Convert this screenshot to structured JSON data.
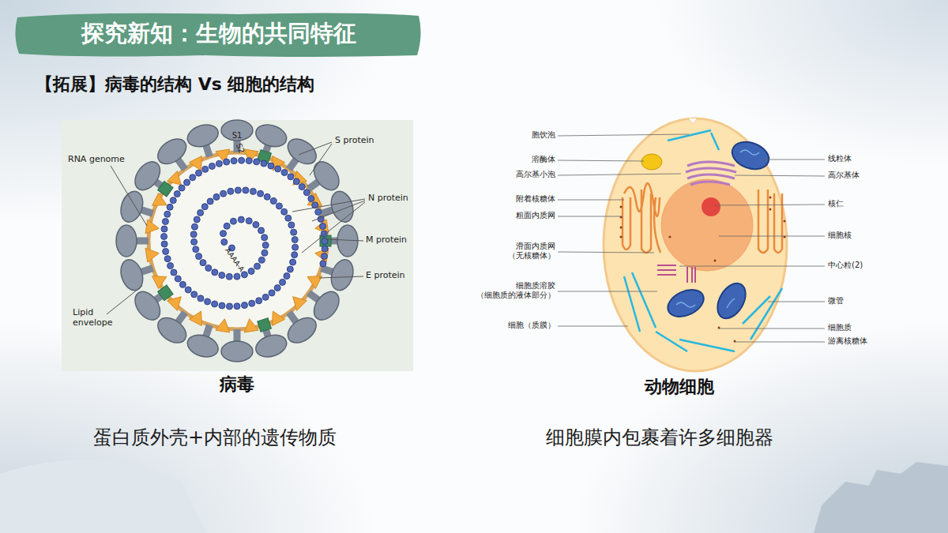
{
  "diagram": {
    "title": "探究新知：生物的共同特征",
    "labels": [
      "【拓展】病毒的结构 Vs 细胞的结构",
      "S1",
      "S2",
      "S protein",
      "RNA genome",
      "N protein",
      "M protein",
      "E protein",
      "Lipid envelope",
      "AAAA-A",
      "病毒",
      "蛋白质外壳+内部的遗传物质",
      "胞饮泡",
      "溶酶体",
      "高尔基小泡",
      "附着核糖体",
      "粗面内质网",
      "滑面内质网 （无核糖体）",
      "细胞质溶胶 （细胞质的液体部分）",
      "细胞（质膜）",
      "线粒体",
      "高尔基体",
      "核仁",
      "细胞核",
      "中心粒(2)",
      "微管",
      "细胞质",
      "游离核糖体",
      "动物细胞",
      "细胞膜内包裹着许多细胞器"
    ]
  }
}
